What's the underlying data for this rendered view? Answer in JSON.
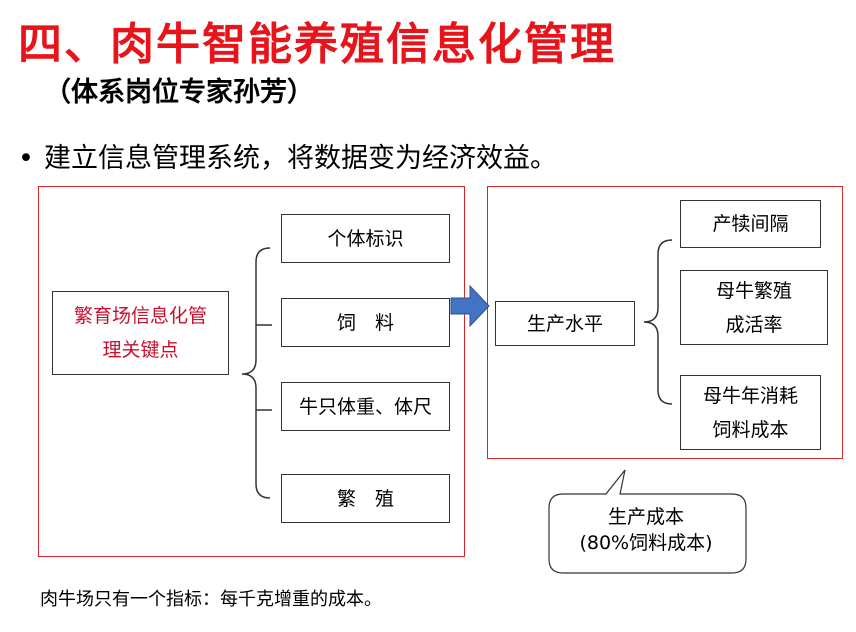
{
  "slide": {
    "title": "四、肉牛智能养殖信息化管理",
    "subtitle": "（体系岗位专家孙芳）",
    "bullet": "建立信息管理系统，将数据变为经济效益。"
  },
  "left_panel": {
    "root": [
      "繁育场信息化管",
      "理关键点"
    ],
    "items": [
      "个体标识",
      "饲　料",
      "牛只体重、体尺",
      "繁　殖"
    ]
  },
  "right_panel": {
    "root": "生产水平",
    "items": [
      [
        "产犊间隔"
      ],
      [
        "母牛繁殖",
        "成活率"
      ],
      [
        "母牛年消耗",
        "饲料成本"
      ]
    ]
  },
  "callout": {
    "line1": "生产成本",
    "line2": "(80%饲料成本)"
  },
  "footer": "肉牛场只有一个指标：每千克增重的成本。",
  "colors": {
    "title": "#e8141b",
    "frame": "#d9262c",
    "arrow": "#4472c4",
    "root_text": "#c8102e"
  }
}
